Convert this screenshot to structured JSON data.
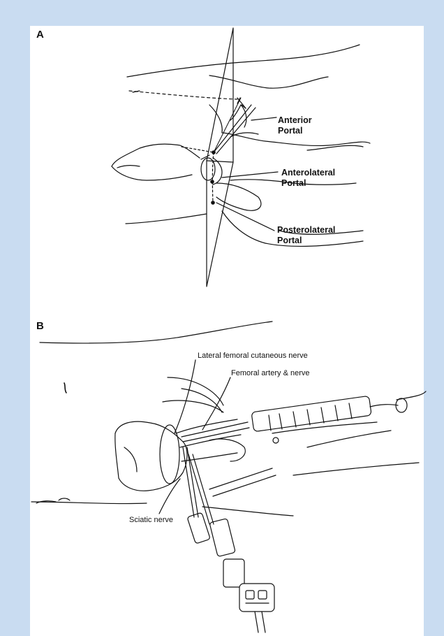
{
  "colors": {
    "frame_background": "#c9dcf1",
    "panel_background": "#ffffff",
    "ink": "#111111"
  },
  "figure": {
    "panel_a": {
      "letter": "A",
      "labels": {
        "anterior_line1": "Anterior",
        "anterior_line2": "Portal",
        "anterolateral_line1": "Anterolateral",
        "anterolateral_line2": "Portal",
        "posterolateral_line1": "Posterolateral",
        "posterolateral_line2": "Portal"
      }
    },
    "panel_b": {
      "letter": "B",
      "labels": {
        "lateral_femoral_cutaneous_nerve": "Lateral femoral cutaneous nerve",
        "femoral_artery_nerve": "Femoral artery & nerve",
        "sciatic_nerve": "Sciatic nerve"
      }
    }
  }
}
